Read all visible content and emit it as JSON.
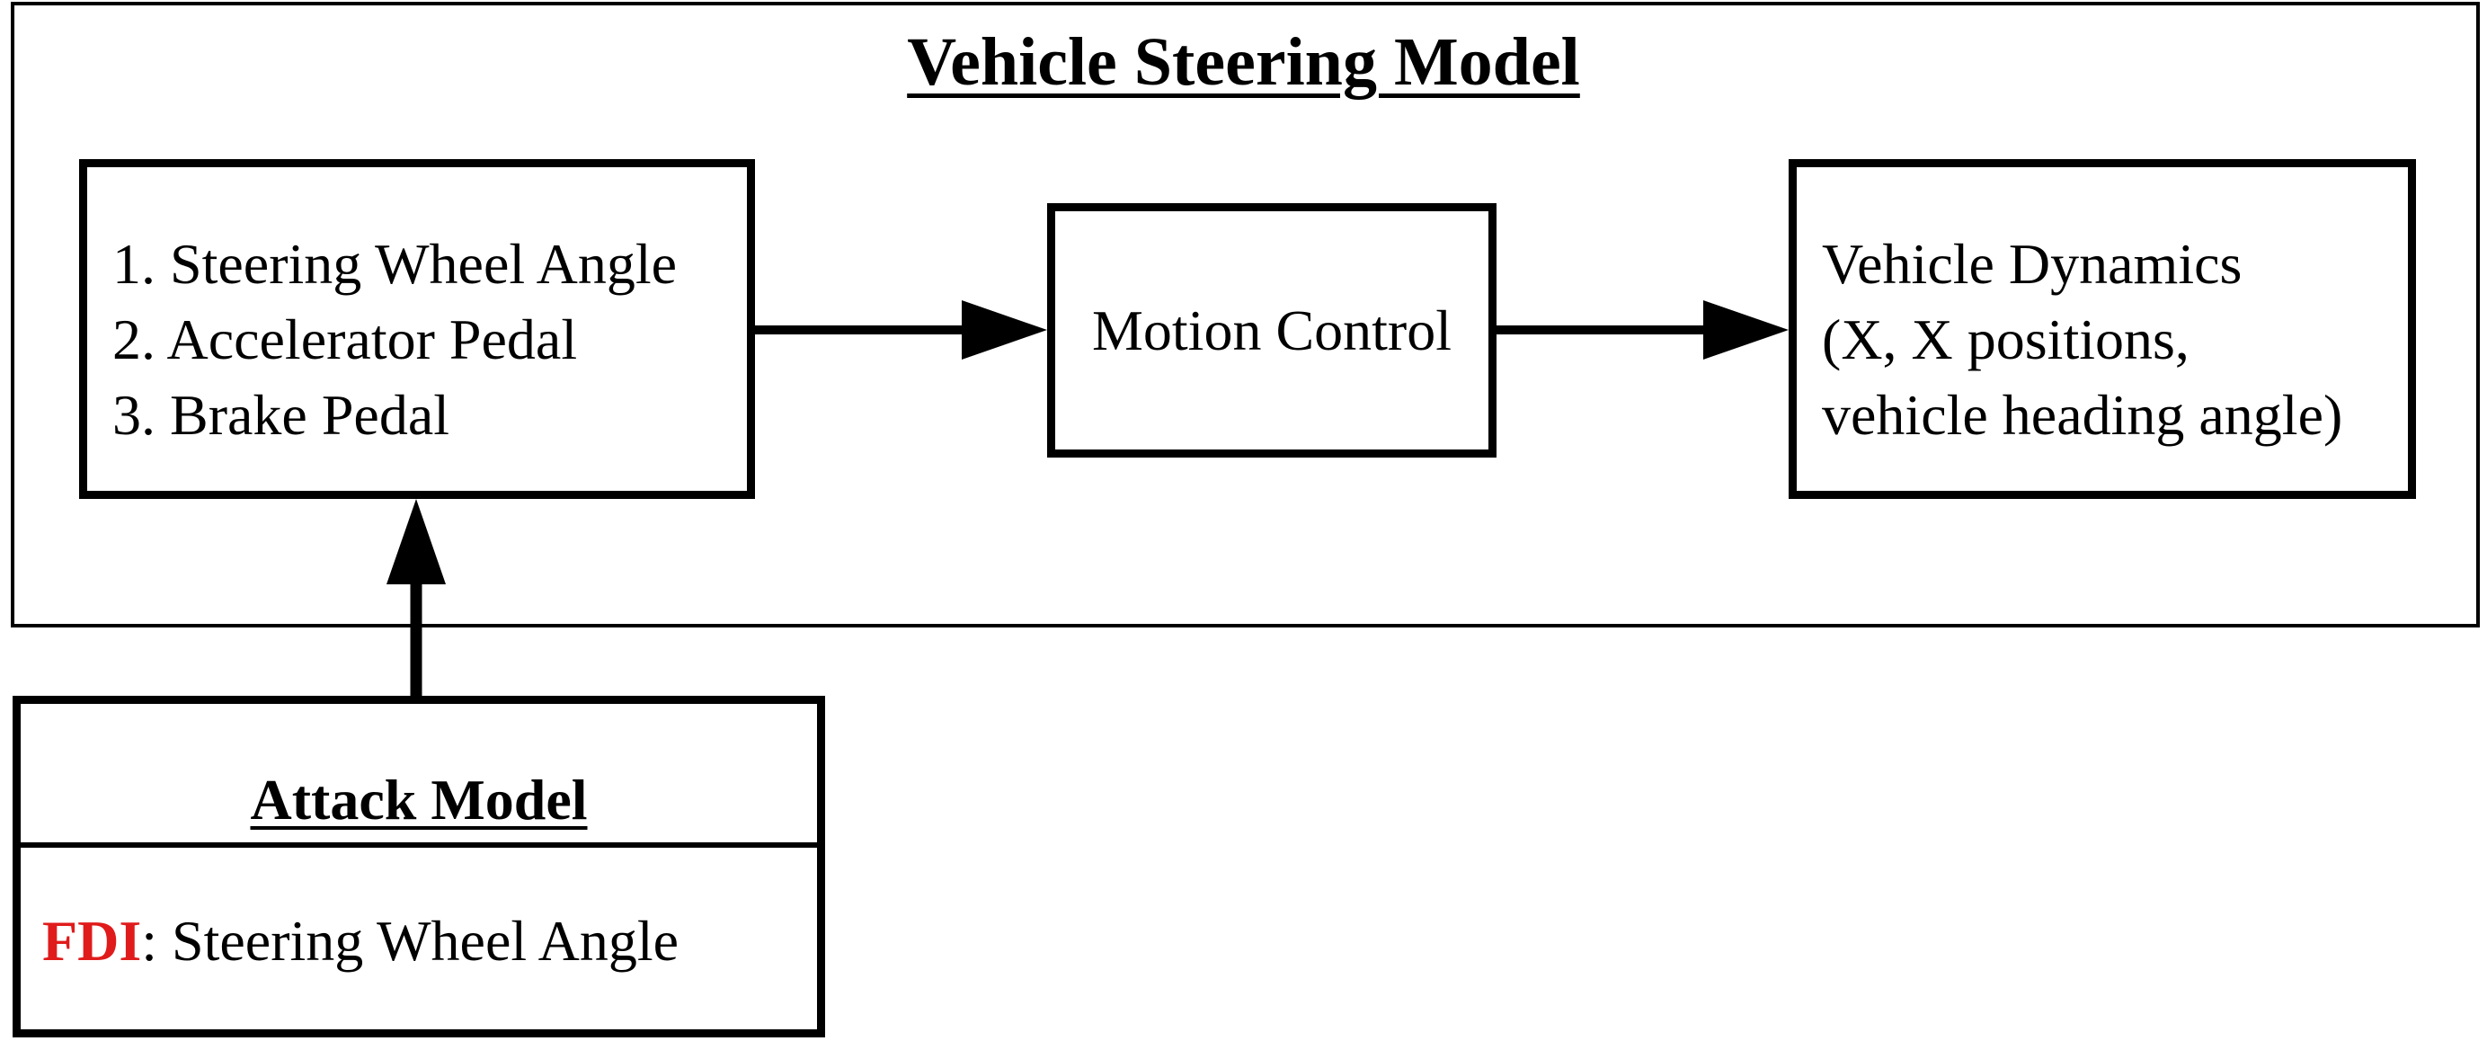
{
  "title": "Vehicle Steering Model",
  "inputs_block": {
    "lines": [
      "1. Steering Wheel Angle",
      "2. Accelerator Pedal",
      "3. Brake Pedal"
    ]
  },
  "motion_block": {
    "label": "Motion Control"
  },
  "dynamics_block": {
    "lines": [
      "Vehicle Dynamics",
      "(X, X positions,",
      "vehicle heading angle)"
    ]
  },
  "attack_block": {
    "title": "Attack Model",
    "attack_type": "FDI",
    "attack_target": ": Steering Wheel Angle"
  },
  "colors": {
    "line": "#000000",
    "highlight": "#e01b1b",
    "background": "#ffffff"
  }
}
